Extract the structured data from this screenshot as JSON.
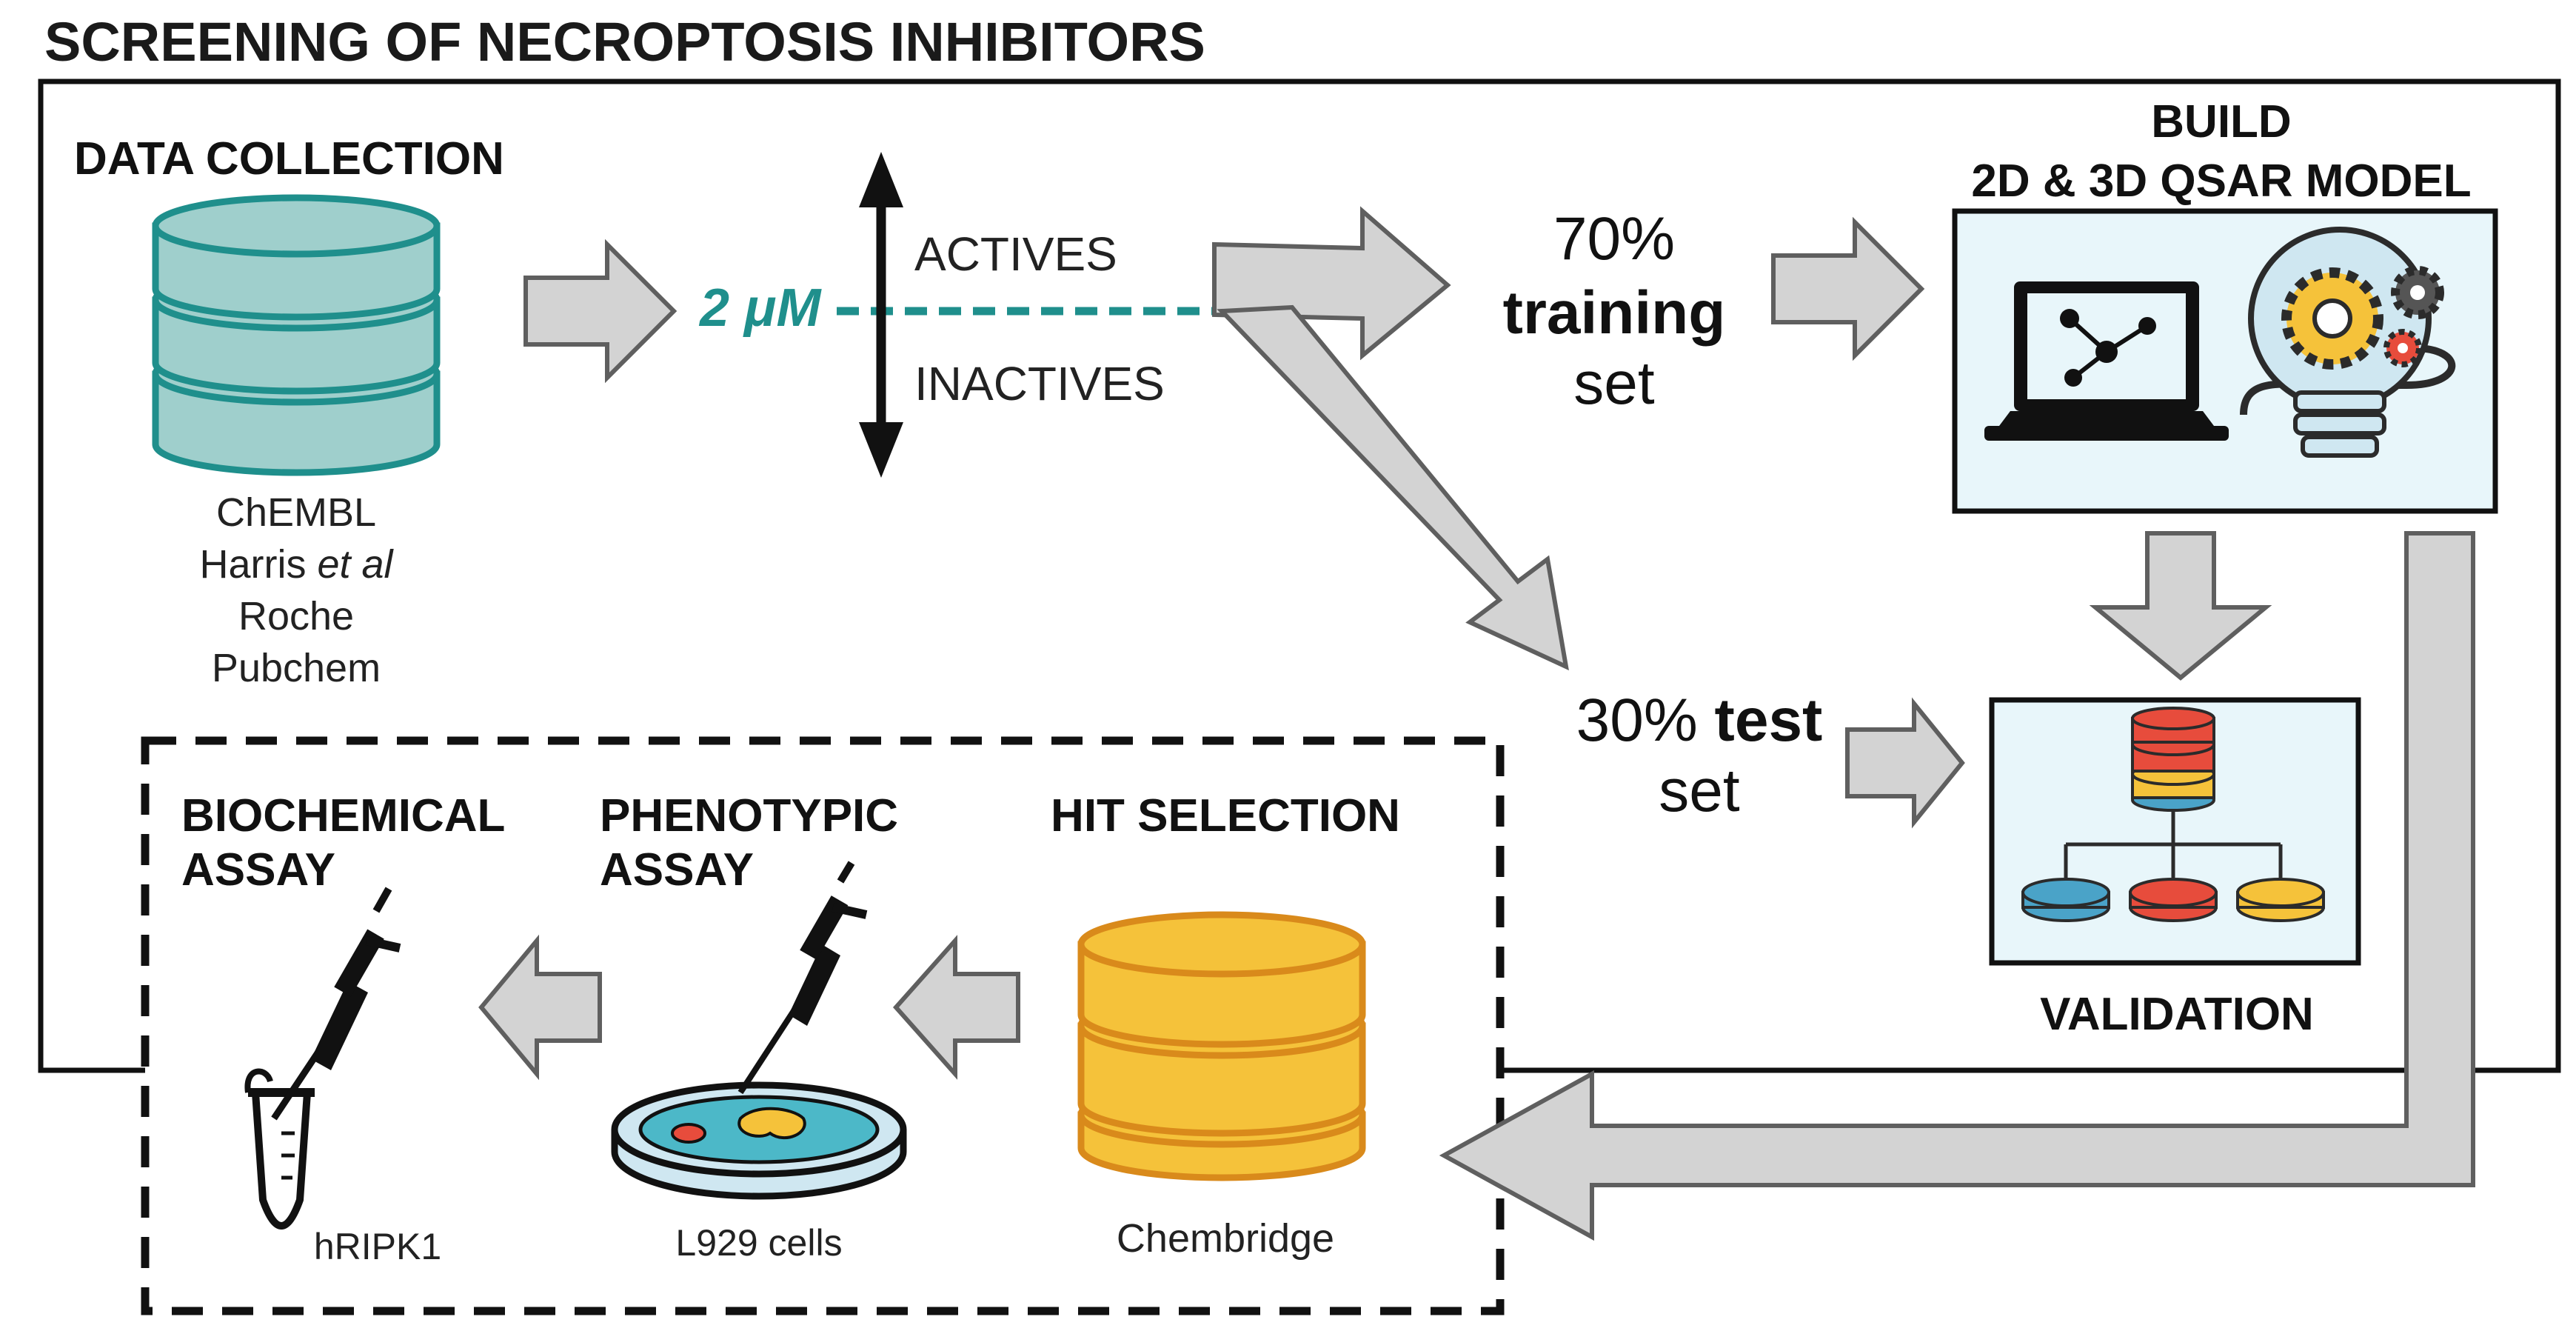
{
  "title": "SCREENING OF NECROPTOSIS INHIBITORS",
  "data_collection": {
    "heading": "DATA COLLECTION",
    "sources": [
      "ChEMBL",
      "Harris ",
      "et al",
      "Roche",
      "Pubchem"
    ]
  },
  "threshold": {
    "value": "2 μM",
    "above_label": "ACTIVES",
    "below_label": "INACTIVES"
  },
  "training": {
    "percent": "70%",
    "bold": "training",
    "suffix": "set"
  },
  "test": {
    "percent": "30% ",
    "bold": "test",
    "suffix": "set"
  },
  "build": {
    "line1": "BUILD",
    "line2": "2D & 3D QSAR MODEL"
  },
  "validation": {
    "label": "VALIDATION"
  },
  "hit_selection": {
    "heading": "HIT SELECTION",
    "source": "Chembridge"
  },
  "phenotypic": {
    "line1": "PHENOTYPIC",
    "line2": "ASSAY",
    "caption": "L929 cells"
  },
  "biochemical": {
    "line1": "BIOCHEMICAL",
    "line2": "ASSAY",
    "caption": "hRIPK1"
  },
  "colors": {
    "teal": "#1f8f8c",
    "teal_fill": "#9fcfcc",
    "yellow": "#f5c23a",
    "orange_stroke": "#d98a1b",
    "arrow_fill": "#d3d3d3",
    "arrow_stroke": "#5f5f5f"
  }
}
